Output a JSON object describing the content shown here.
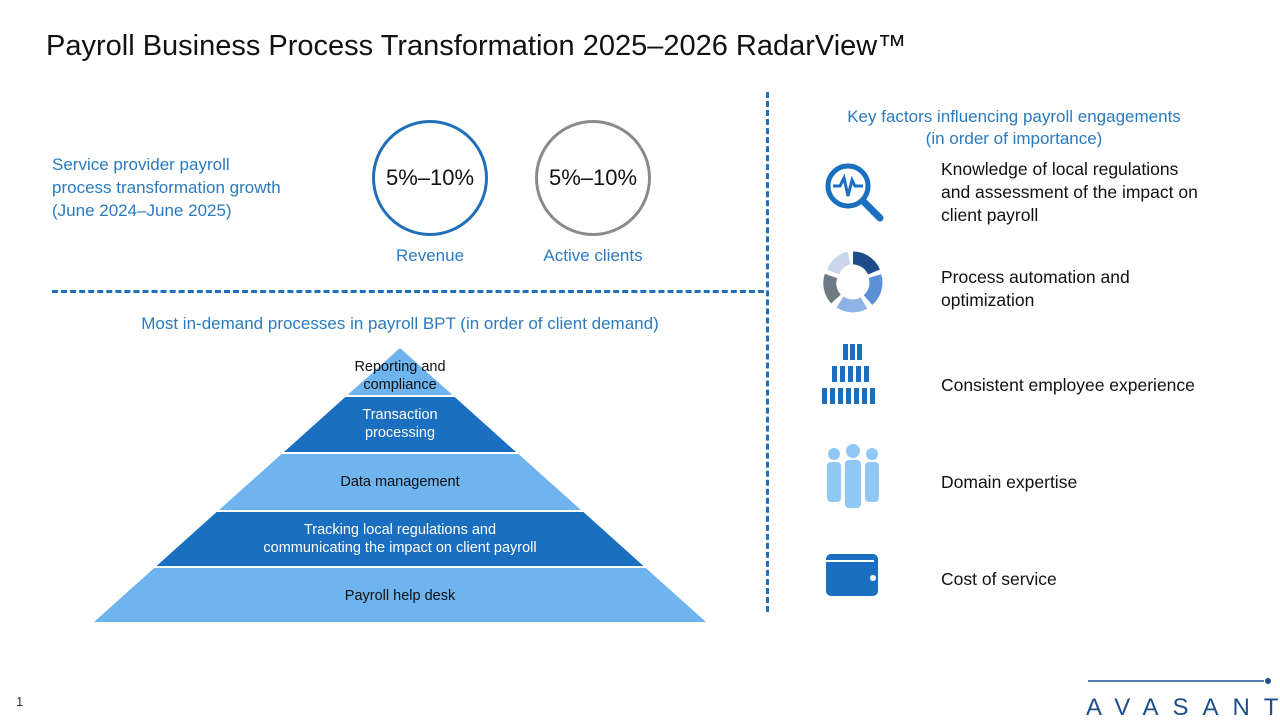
{
  "title": "Payroll Business Process Transformation 2025–2026 RadarView™",
  "growth": {
    "label_lines": [
      "Service provider payroll",
      "process transformation growth",
      "(June 2024–June 2025)"
    ],
    "revenue": {
      "value": "5%–10%",
      "label": "Revenue"
    },
    "clients": {
      "value": "5%–10%",
      "label": "Active clients"
    }
  },
  "pyramid": {
    "title": "Most in-demand processes in payroll BPT (in order of client demand)",
    "layers": [
      [
        "Reporting and",
        "compliance"
      ],
      [
        "Transaction",
        "processing"
      ],
      [
        "Data management"
      ],
      [
        "Tracking local regulations and",
        "communicating the impact on client payroll"
      ],
      [
        "Payroll help desk"
      ]
    ]
  },
  "factors": {
    "title_lines": [
      "Key factors influencing payroll engagements",
      "(in order of importance)"
    ],
    "items": [
      {
        "icon": "magnifier-pulse-icon",
        "lines": [
          "Knowledge of local regulations",
          "and assessment of the impact on",
          "client payroll"
        ]
      },
      {
        "icon": "cycle-icon",
        "lines": [
          "Process automation and",
          "optimization"
        ]
      },
      {
        "icon": "people-pyramid-icon",
        "lines": [
          "Consistent employee experience"
        ]
      },
      {
        "icon": "team-icon",
        "lines": [
          "Domain expertise"
        ]
      },
      {
        "icon": "wallet-icon",
        "lines": [
          "Cost of service"
        ]
      }
    ]
  },
  "page_number": "1",
  "logo": "AVASANT",
  "colors": {
    "accent": "#2a7ac0",
    "dark_layer": "#1a6fc0",
    "light_layer": "#6eb4ef"
  }
}
